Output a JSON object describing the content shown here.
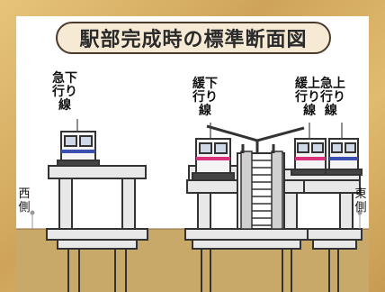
{
  "title": "駅部完成時の標準断面図",
  "tracks": {
    "left": "急下\n行り\n線",
    "middle": "緩下\n行り\n線",
    "right_a": "緩上急上\n行り行り\n線  線"
  },
  "sides": {
    "west": "西\n側",
    "east": "東\n側"
  },
  "colors": {
    "ground": "#c9a96a",
    "structure": "#e6e6e6",
    "outline": "#333333",
    "train_stripe_pink": "#d8327a",
    "train_stripe_blue": "#3a4fb0"
  }
}
